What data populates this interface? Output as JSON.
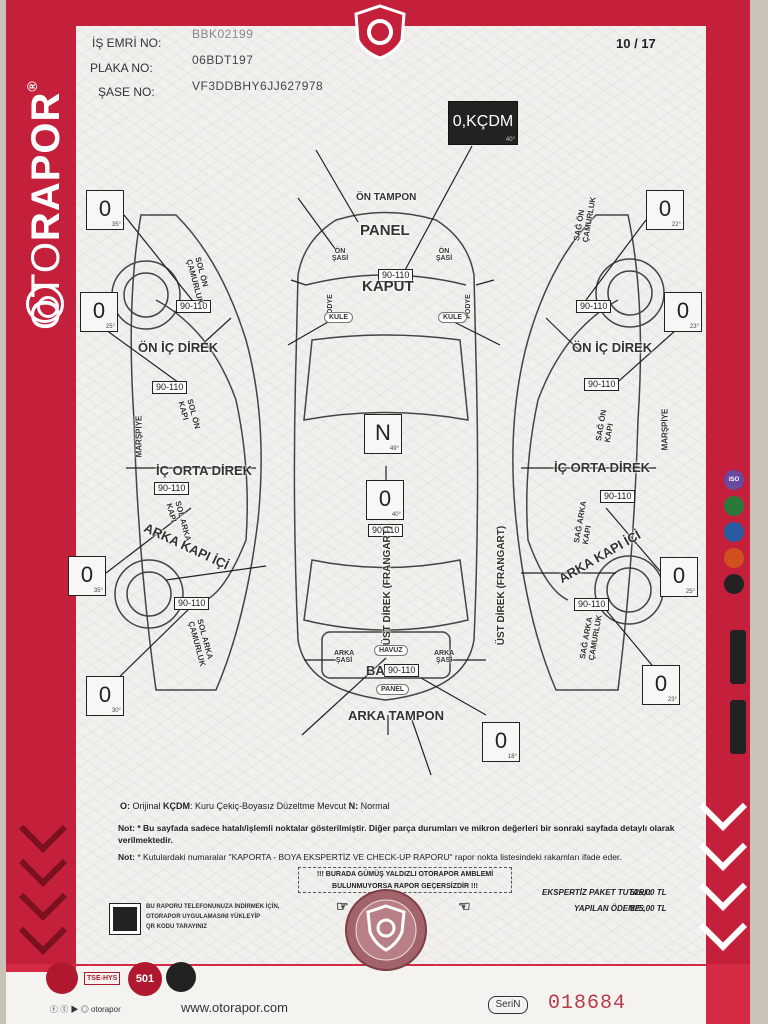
{
  "header": {
    "labels": [
      "İŞ EMRİ NO:",
      "PLAKA NO:",
      "ŞASE NO:"
    ],
    "values": [
      "BBK02199",
      "06BDT197",
      "VF3DDBHY6JJ627978"
    ],
    "page": "10 / 17"
  },
  "brand": {
    "main": "OTO",
    "accent": "RAPOR",
    "reg": "®",
    "color": "#c4203b"
  },
  "kcdm": {
    "value": "0,KÇDM",
    "deg": "40°"
  },
  "boxes": [
    {
      "v": "0",
      "deg": "35°"
    },
    {
      "v": "0",
      "deg": "25°"
    },
    {
      "v": "0",
      "deg": "35°"
    },
    {
      "v": "0",
      "deg": "30°"
    },
    {
      "v": "0",
      "deg": "22°"
    },
    {
      "v": "0",
      "deg": "23°"
    },
    {
      "v": "0",
      "deg": "25°"
    },
    {
      "v": "0",
      "deg": "23°"
    },
    {
      "v": "N",
      "deg": "49°"
    },
    {
      "v": "0",
      "deg": "40°"
    },
    {
      "v": "0",
      "deg": "18°"
    }
  ],
  "range": "90-110",
  "parts": {
    "on_tampon": "ÖN TAMPON",
    "panel": "PANEL",
    "kaput": "KAPUT",
    "on_sasi": "ÖN ŞASİ",
    "podye": "PODYE",
    "kule": "KULE",
    "sol_on_camurluk": "SOL ÖN ÇAMURLUK",
    "sag_on_camurluk": "SAĞ ÖN ÇAMURLUK",
    "on_ic_direk": "ÖN İÇ DİREK",
    "marspiye": "MARŞPİYE",
    "sol_on_kapi": "SOL ÖN KAPI",
    "sag_on_kapi": "SAĞ ÖN KAPI",
    "ic_orta_direk": "İÇ ORTA DİREK",
    "sol_arka_kapi": "SOL ARKA KAPI",
    "sag_arka_kapi": "SAĞ ARKA KAPI",
    "arka_kapi_ici": "ARKA KAPI İÇİ",
    "ust_direk": "ÜST DİREK (FRANGART)",
    "sol_arka_camurluk": "SOL ARKA ÇAMURLUK",
    "sag_arka_camurluk": "SAĞ ARKA ÇAMURLUK",
    "arka_sasi": "ARKA ŞASİ",
    "havuz": "HAVUZ",
    "bagaj": "BA",
    "arka_panel": "PANEL",
    "arka_tampon": "ARKA TAMPON"
  },
  "legend": {
    "o_key": "O:",
    "o_text": "Orijinal",
    "k_key": "KÇDM",
    "k_text": ": Kuru Çekiç-Boyasız Düzeltme Mevcut",
    "n_key": "N:",
    "n_text": "Normal"
  },
  "notes": {
    "note1_key": "Not:",
    "note1": "* Bu sayfada sadece hatalı/işlemli noktalar gösterilmiştir. Diğer parça durumları ve mikron değerleri bir sonraki sayfada detaylı olarak verilmektedir.",
    "note2_key": "Not:",
    "note2": "* Kutulardaki numaralar \"KAPORTA - BOYA EKSPERTİZ VE CHECK-UP RAPORU\" rapor nokta listesindeki rakamları ifade eder."
  },
  "stamp_warning": "!!! BURADA GÜMÜŞ YALDIZLI OTORAPOR AMBLEMİ BULUNMUYORSA RAPOR GEÇERSİZDİR !!!",
  "fees": {
    "paket_label": "EKSPERTİZ PAKET TUTARI :",
    "paket_value": "525,00 TL",
    "odeme_label": "YAPILAN ÖDEME :",
    "odeme_value": "525,00 TL"
  },
  "qr_text": [
    "BU RAPORU TELEFONUNUZA İNDİRMEK İÇİN,",
    "OTORAPOR UYGULAMASINI YÜKLEYİP",
    "QR KODU TARAYINIZ"
  ],
  "footer": {
    "url": "www.otorapor.com",
    "social": "otorapor",
    "seri": "SeriN",
    "serial": "018684",
    "badge_501": "501",
    "tse": "TSE-HYS"
  }
}
